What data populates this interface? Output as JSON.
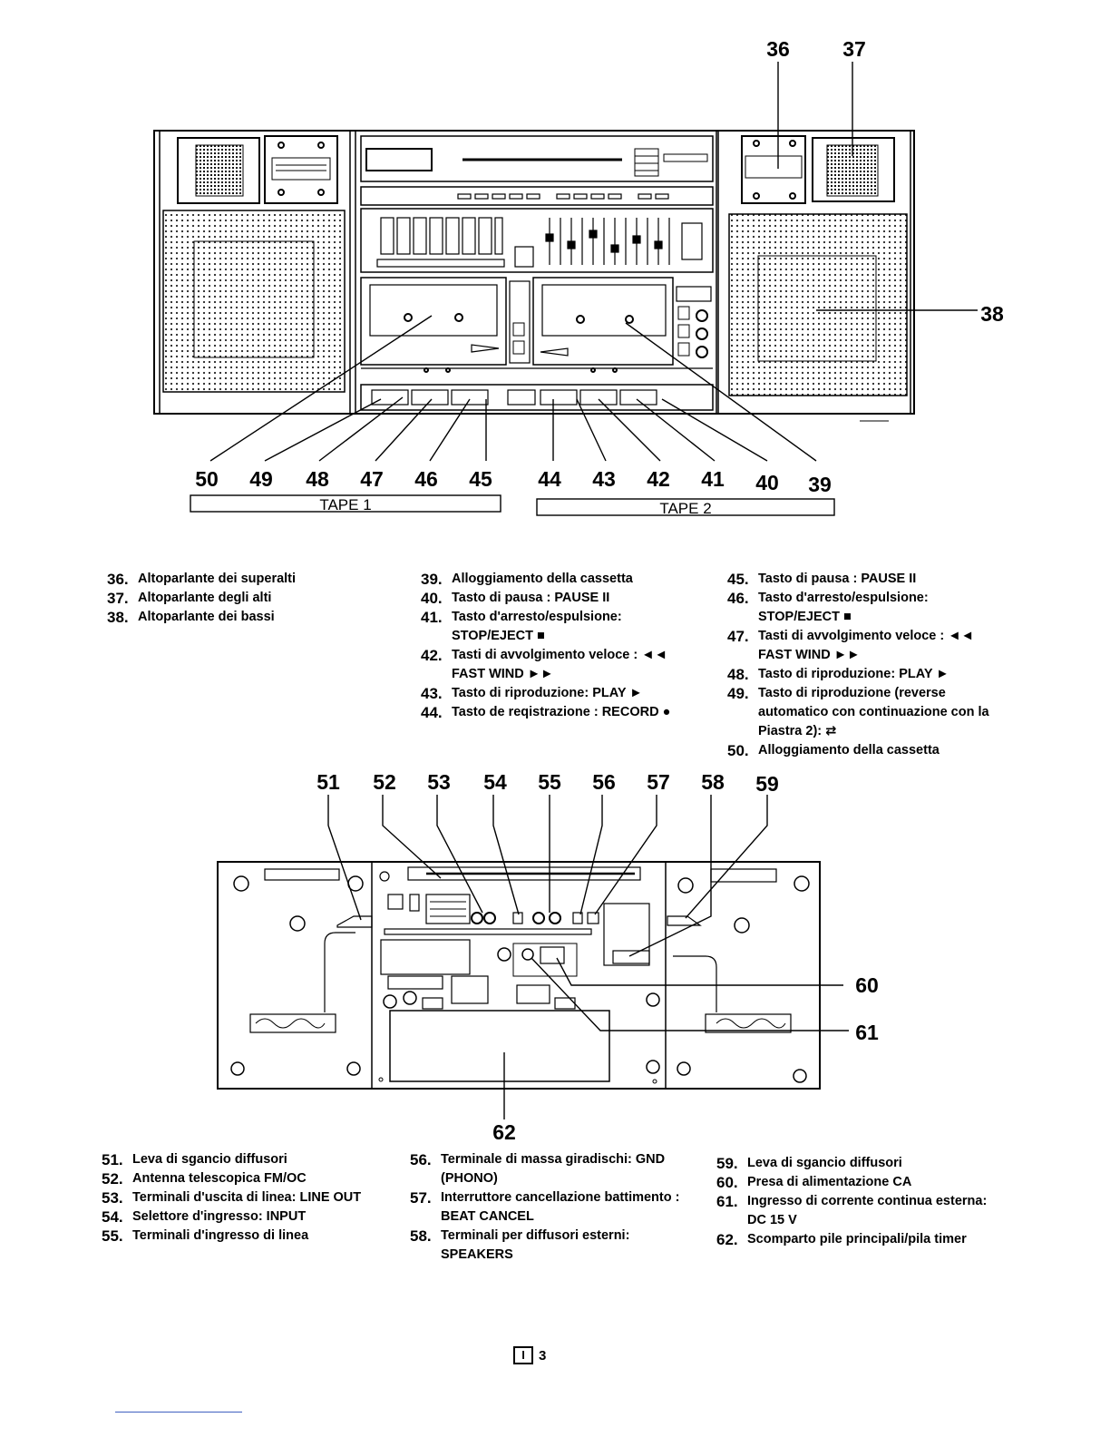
{
  "front_callouts": {
    "top": [
      "36",
      "37"
    ],
    "right": "38",
    "bottom": [
      "50",
      "49",
      "48",
      "47",
      "46",
      "45",
      "44",
      "43",
      "42",
      "41",
      "40",
      "39"
    ]
  },
  "tape_groups": {
    "tape1": "TAPE 1",
    "tape2": "TAPE 2"
  },
  "front_legend": {
    "col1": [
      {
        "num": "36.",
        "text": "Altoparlante dei superalti"
      },
      {
        "num": "37.",
        "text": "Altoparlante degli alti"
      },
      {
        "num": "38.",
        "text": "Altoparlante dei bassi"
      }
    ],
    "col2": [
      {
        "num": "39.",
        "text": "Alloggiamento della cassetta"
      },
      {
        "num": "40.",
        "text": "Tasto di pausa : PAUSE II"
      },
      {
        "num": "41.",
        "text": "Tasto d'arresto/espulsione: STOP/EJECT ■"
      },
      {
        "num": "42.",
        "text": "Tasti di avvolgimento veloce : ◄◄ FAST WIND ►►"
      },
      {
        "num": "43.",
        "text": "Tasto di riproduzione: PLAY ►"
      },
      {
        "num": "44.",
        "text": "Tasto de reqistrazione : RECORD ●"
      }
    ],
    "col3": [
      {
        "num": "45.",
        "text": "Tasto di pausa : PAUSE II"
      },
      {
        "num": "46.",
        "text": "Tasto d'arresto/espulsione: STOP/EJECT ■"
      },
      {
        "num": "47.",
        "text": "Tasti di avvolgimento veloce : ◄◄ FAST WIND ►►"
      },
      {
        "num": "48.",
        "text": "Tasto di riproduzione: PLAY ►"
      },
      {
        "num": "49.",
        "text": "Tasto di riproduzione (reverse automatico con continuazione con la Piastra 2): ⇄"
      },
      {
        "num": "50.",
        "text": "Alloggiamento della cassetta"
      }
    ]
  },
  "rear_callouts": {
    "top": [
      "51",
      "52",
      "53",
      "54",
      "55",
      "56",
      "57",
      "58",
      "59"
    ],
    "right": [
      "60",
      "61"
    ],
    "bottom": "62"
  },
  "rear_legend": {
    "col1": [
      {
        "num": "51.",
        "text": "Leva di sgancio diffusori"
      },
      {
        "num": "52.",
        "text": "Antenna telescopica FM/OC"
      },
      {
        "num": "53.",
        "text": "Terminali d'uscita di linea: LINE OUT"
      },
      {
        "num": "54.",
        "text": "Selettore d'ingresso: INPUT"
      },
      {
        "num": "55.",
        "text": "Terminali d'ingresso di linea"
      }
    ],
    "col2": [
      {
        "num": "56.",
        "text": "Terminale di massa giradischi: GND (PHONO)"
      },
      {
        "num": "57.",
        "text": "Interruttore cancellazione battimento : BEAT CANCEL"
      },
      {
        "num": "58.",
        "text": "Terminali per diffusori esterni: SPEAKERS"
      }
    ],
    "col3": [
      {
        "num": "59.",
        "text": "Leva di sgancio diffusori"
      },
      {
        "num": "60.",
        "text": "Presa di alimentazione CA"
      },
      {
        "num": "61.",
        "text": "Ingresso di corrente continua esterna: DC 15 V"
      },
      {
        "num": "62.",
        "text": "Scomparto pile principali/pila timer"
      }
    ]
  },
  "page_number": {
    "lang": "I",
    "num": "3"
  }
}
